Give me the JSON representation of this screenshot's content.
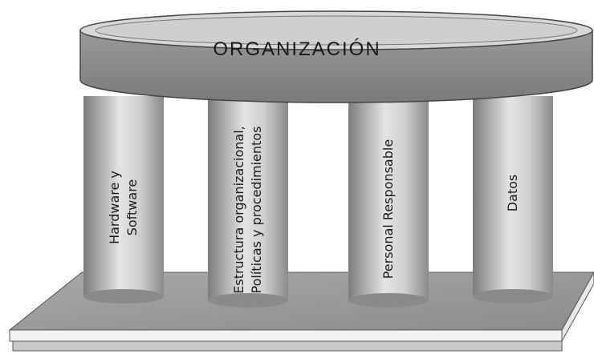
{
  "title": "ORGANIZACIÓN",
  "pillars": [
    {
      "lines": [
        "Hardware y",
        "Software"
      ]
    },
    {
      "lines": [
        "Estructura organizacional,",
        "Políticas y procedimientos"
      ]
    },
    {
      "lines": [
        "Personal Responsable"
      ]
    },
    {
      "lines": [
        "Datos"
      ]
    }
  ],
  "colors": {
    "pillar_dark": "#8c8c8c",
    "pillar_light": "#dcdcdc",
    "roof": "#8e8e8e",
    "base": "#9a9a9a"
  }
}
